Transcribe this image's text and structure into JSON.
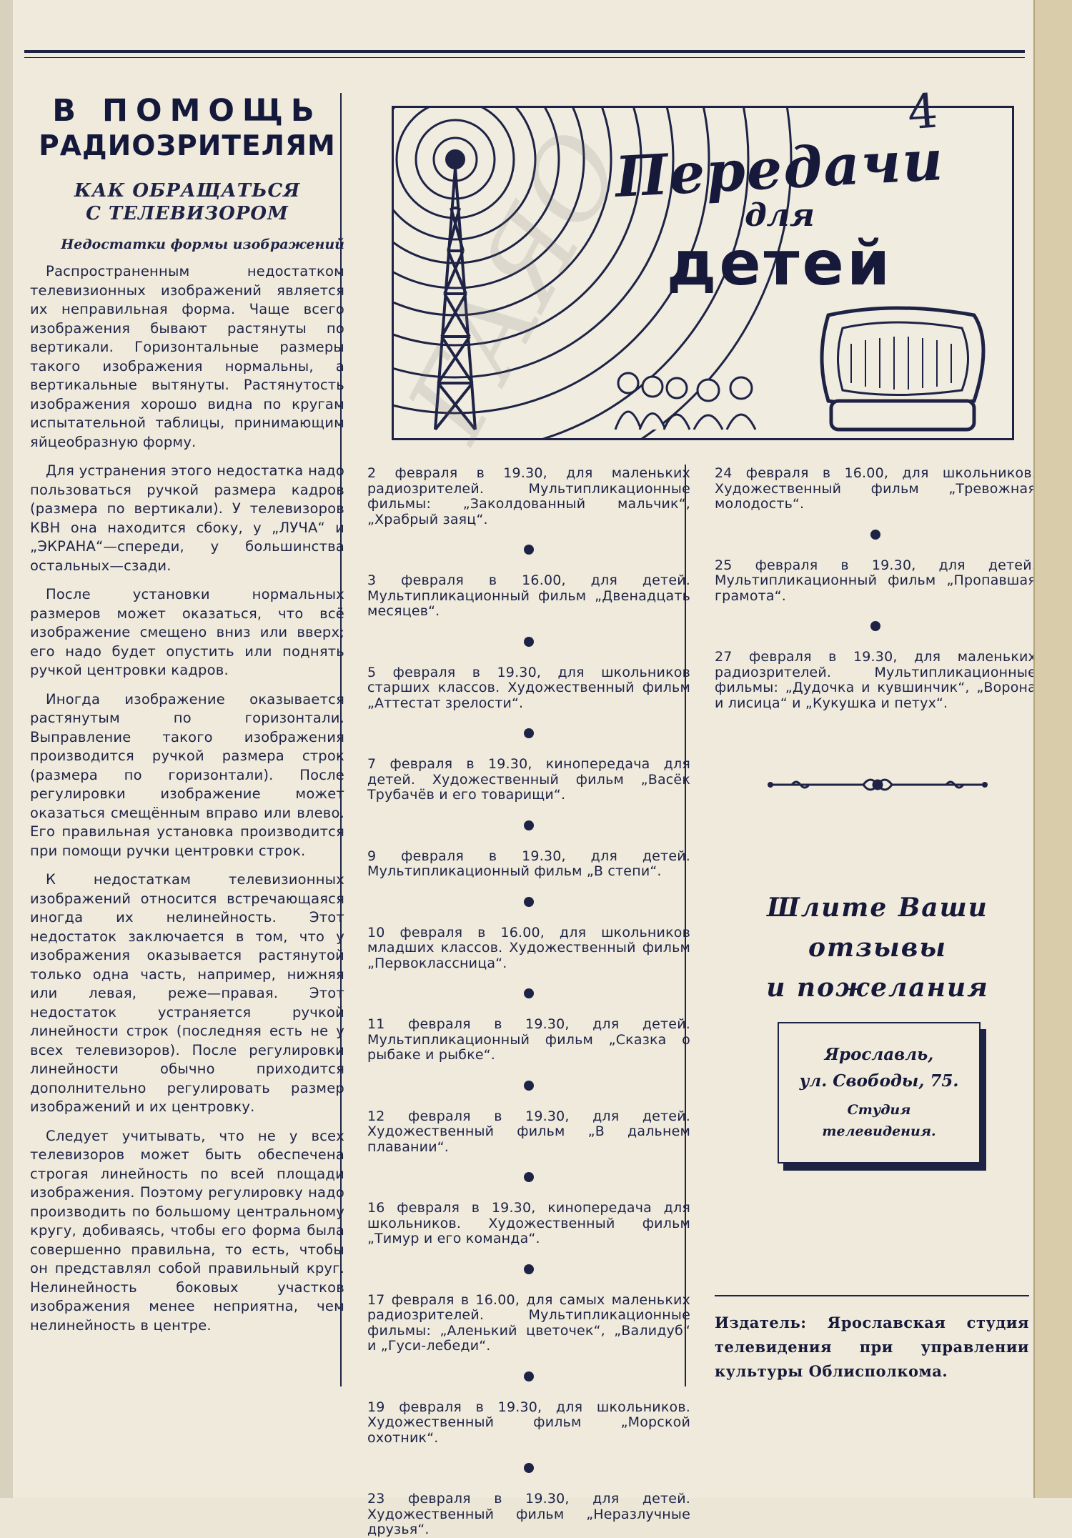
{
  "handwritten_mark": "4",
  "left_column": {
    "headline_line1": "В ПОМОЩЬ",
    "headline_line2": "РАДИОЗРИТЕЛЯМ",
    "subheading_line1": "КАК ОБРАЩАТЬСЯ",
    "subheading_line2": "С ТЕЛЕВИЗОРОМ",
    "section_title": "Недостатки формы изображений",
    "paragraphs": [
      "Распространенным недостатком телевизионных изображений является их неправильная форма. Чаще всего изображения бывают растянуты по вертикали. Горизонтальные размеры такого изображения нормальны, а вертикальные вытянуты. Растянутость изображения хорошо видна по кругам испытательной таблицы, принимающим яйцеобразную форму.",
      "Для устранения этого недостатка надо пользоваться ручкой размера кадров (размера по вертикали). У телевизоров КВН она находится сбоку, у „ЛУЧА“ и „ЭКРАНА“—спереди, у большинства остальных—сзади.",
      "После установки нормальных размеров может оказаться, что всё изображение смещено вниз или вверх; его надо будет опустить или поднять ручкой центровки кадров.",
      "Иногда изображение оказывается растянутым по горизонтали. Выправление такого изображения производится ручкой размера строк (размера по горизонтали). После регулировки изображение может оказаться смещённым вправо или влево. Его правильная установка производится при помощи ручки центровки строк.",
      "К недостаткам телевизионных изображений относится встречающаяся иногда их нелинейность. Этот недостаток заключается в том, что у изображения оказывается растянутой только одна часть, например, нижняя или левая, реже—правая. Этот недостаток устраняется ручкой линейности строк (последняя есть не у всех телевизоров). После регулировки линейности обычно приходится дополнительно регулировать размер изображений и их центровку.",
      "Следует учитывать, что не у всех телевизоров может быть обеспечена строгая линейность по всей площади изображения. Поэтому регулировку надо производить по большому центральному кругу, добиваясь, чтобы его форма была совершенно правильна, то есть, чтобы он представлял собой правильный круг. Нелинейность боковых участков изображения менее неприятна, чем нелинейность в центре."
    ]
  },
  "banner": {
    "title_line1": "Передачи",
    "title_line2": "для",
    "title_line3": "детей",
    "icons": [
      "radio-tower-icon",
      "tv-set-icon",
      "children-group-icon"
    ]
  },
  "schedule_left": [
    "2 февраля в 19.30, для маленьких радиозрителей. Мультипликационные фильмы: „Заколдованный мальчик“, „Храбрый заяц“.",
    "3 февраля в 16.00, для детей. Мультипликационный фильм „Двенадцать месяцев“.",
    "5 февраля в 19.30, для школьников старших классов. Художественный фильм „Аттестат зрелости“.",
    "7 февраля в 19.30, кинопередача для детей. Художественный фильм „Васёк Трубачёв и его товарищи“.",
    "9 февраля в 19.30, для детей. Мультипликационный фильм „В степи“.",
    "10 февраля в 16.00, для школьников младших классов. Художественный фильм „Первоклассница“.",
    "11 февраля в 19.30, для детей. Мультипликационный фильм „Сказка о рыбаке и рыбке“.",
    "12 февраля в 19.30, для детей. Художественный фильм „В дальнем плавании“.",
    "16 февраля в 19.30, кинопередача для школьников. Художественный фильм „Тимур и его команда“.",
    "17 февраля в 16.00, для самых маленьких радиозрителей. Мультипликационные фильмы: „Аленький цветочек“, „Валидуб“ и „Гуси-лебеди“.",
    "19 февраля в 19.30, для школьников. Художественный фильм „Морской охотник“.",
    "23 февраля в 19.30, для детей. Художественный фильм „Неразлучные друзья“."
  ],
  "schedule_right": [
    "24 февраля в 16.00, для школьников. Художественный фильм „Тревожная молодость“.",
    "25 февраля в 19.30, для детей. Мультипликационный фильм „Пропавшая грамота“.",
    "27 февраля в 19.30, для маленьких радиозрителей. Мультипликационные фильмы: „Дудочка и кувшинчик“, „Ворона и лисица“ и „Кукушка и петух“."
  ],
  "feedback": {
    "line1": "Шлите Ваши",
    "line2": "отзывы",
    "line3": "и пожелания"
  },
  "address": {
    "city": "Ярославль,",
    "street": "ул. Свободы, 75.",
    "org_line1": "Студия",
    "org_line2": "телевидения."
  },
  "publisher": "Издатель: Ярославская студия телевидения при управлении культуры Облисполкома.",
  "watermark": "ГАЯО",
  "colors": {
    "ink": "#1e2346",
    "paper": "#efeadc"
  }
}
